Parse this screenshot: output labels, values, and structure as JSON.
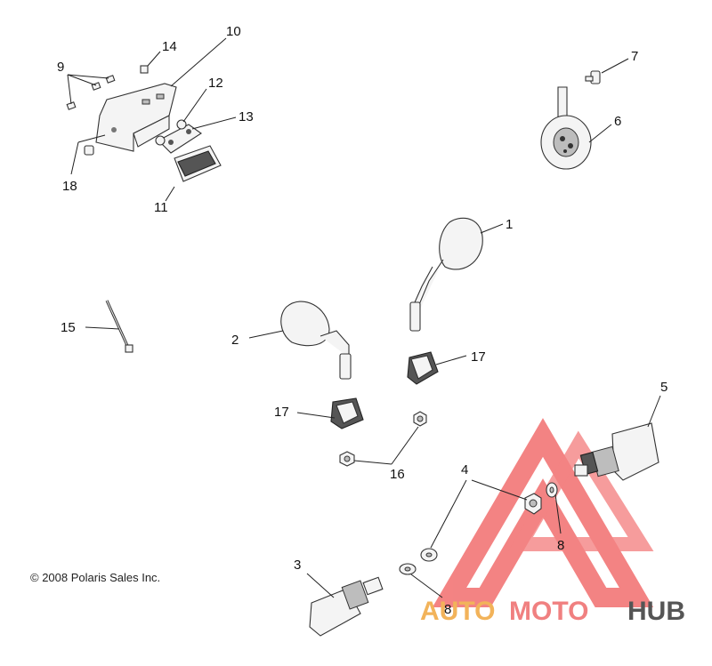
{
  "copyright": "© 2008 Polaris Sales Inc.",
  "watermark": {
    "part1": "AUTO",
    "part2": "MOTO",
    "part3": "HUB",
    "colors": {
      "auto": "#f2b35a",
      "moto": "#f08080",
      "hub": "#555555",
      "triangle": "#f05a5a"
    }
  },
  "callouts": {
    "c1": "1",
    "c2": "2",
    "c3": "3",
    "c4": "4",
    "c5": "5",
    "c6": "6",
    "c7": "7",
    "c8a": "8",
    "c8b": "8",
    "c9": "9",
    "c10": "10",
    "c11": "11",
    "c12": "12",
    "c13": "13",
    "c14": "14",
    "c15": "15",
    "c16": "16",
    "c17a": "17",
    "c17b": "17",
    "c18": "18"
  },
  "parts": [
    "mirror-right",
    "mirror-left",
    "turn-signal-rear",
    "nut",
    "turn-signal-front",
    "horn",
    "bolt",
    "washer",
    "screw",
    "license-bracket",
    "license-light",
    "lens-gasket",
    "plate",
    "nut-small",
    "cable-tie",
    "nut-mirror",
    "mirror-clamp",
    "spacer"
  ]
}
